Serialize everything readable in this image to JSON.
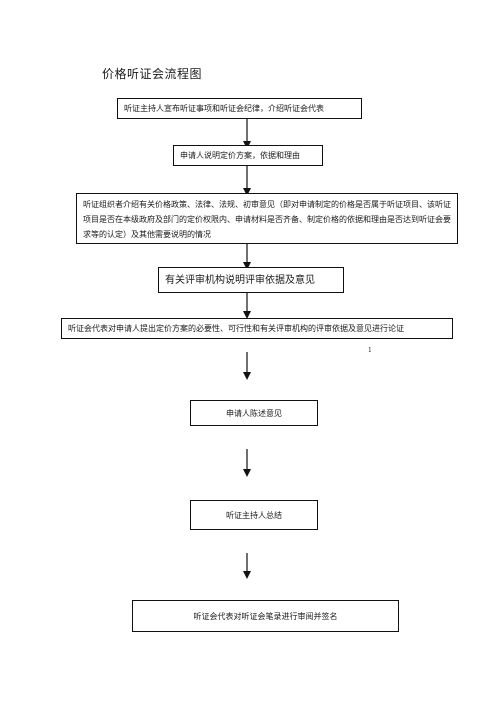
{
  "diagram": {
    "title": "价格听证会流程图",
    "steps": [
      "听证主持人宣布听证事项和听证会纪律，介绍听证会代表",
      "申请人说明定价方案，依据和理由",
      "听证组织者介绍有关价格政策、法律、法规、初审意见（即对申请制定的价格是否属于听证项目、该听证项目是否在本级政府及部门的定价权限内、申请材料是否齐备、制定价格的依据和理由是否达到听证会要求等的认定）及其他需要说明的情况",
      "有关评审机构说明评审依据及意见",
      "听证会代表对申请人提出定价方案的必要性、可行性和有关评审机构的评审依据及意见进行论证",
      "申请人陈述意见",
      "听证主持人总结",
      "听证会代表对听证会笔录进行审阅并签名"
    ],
    "page_number": "1"
  }
}
